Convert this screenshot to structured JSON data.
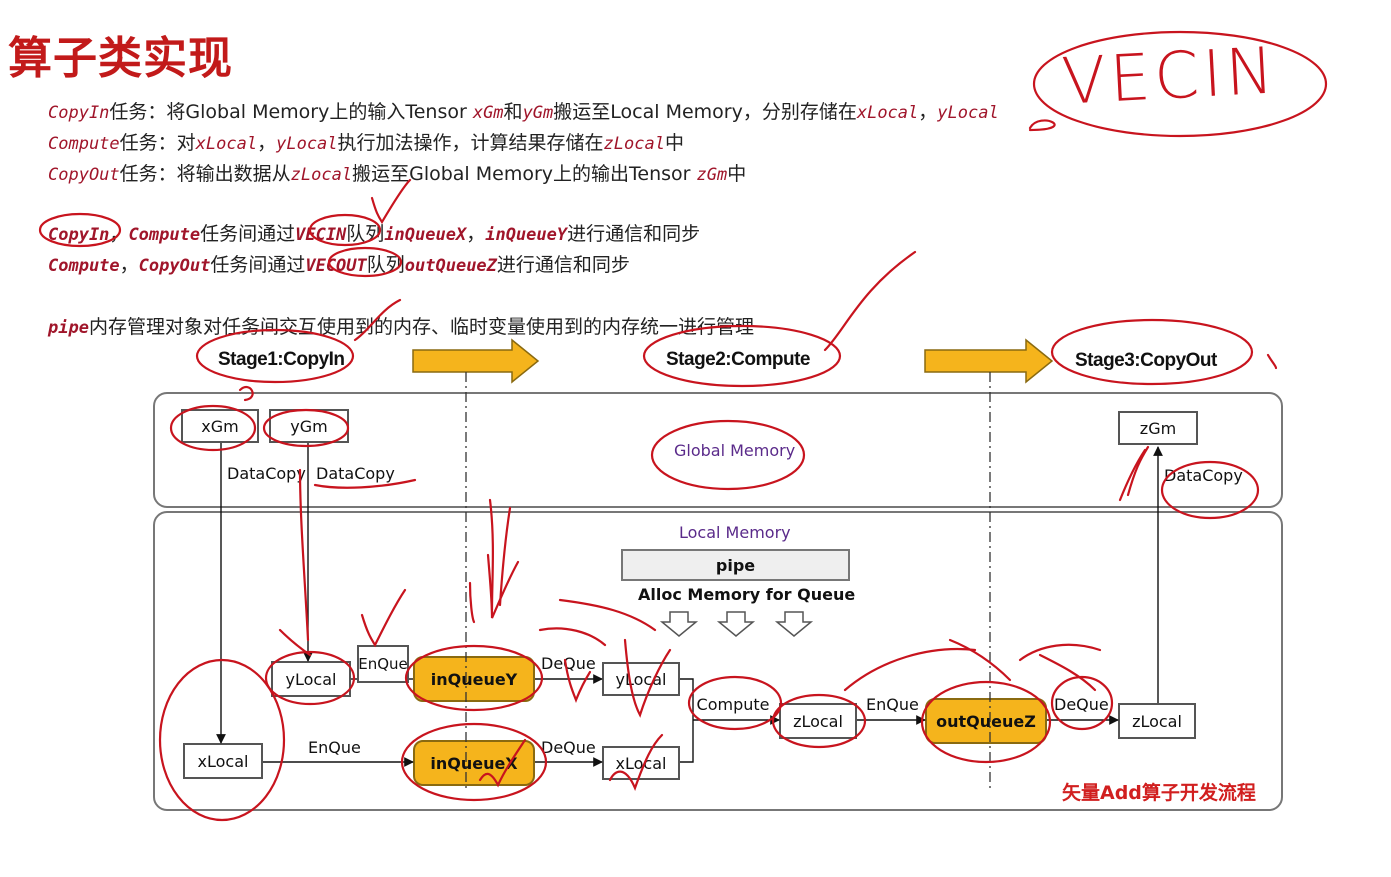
{
  "page": {
    "title": "算子类实现"
  },
  "lines": [
    {
      "parts": [
        {
          "t": "CopyIn",
          "c": true
        },
        {
          "t": "任务：将Global Memory上的输入Tensor "
        },
        {
          "t": "xGm",
          "c": true
        },
        {
          "t": "和"
        },
        {
          "t": "yGm",
          "c": true
        },
        {
          "t": "搬运至Local Memory，分别存储在"
        },
        {
          "t": "xLocal",
          "c": true
        },
        {
          "t": "，"
        },
        {
          "t": "yLocal",
          "c": true
        }
      ]
    },
    {
      "parts": [
        {
          "t": "Compute",
          "c": true
        },
        {
          "t": "任务：对"
        },
        {
          "t": "xLocal",
          "c": true
        },
        {
          "t": "，"
        },
        {
          "t": "yLocal",
          "c": true
        },
        {
          "t": "执行加法操作，计算结果存储在"
        },
        {
          "t": "zLocal",
          "c": true
        },
        {
          "t": "中"
        }
      ]
    },
    {
      "parts": [
        {
          "t": "CopyOut",
          "c": true
        },
        {
          "t": "任务：将输出数据从"
        },
        {
          "t": "zLocal",
          "c": true
        },
        {
          "t": "搬运至Global Memory上的输出Tensor "
        },
        {
          "t": "zGm",
          "c": true
        },
        {
          "t": "中"
        }
      ]
    },
    {
      "parts": [
        {
          "t": "CopyIn",
          "c": true
        },
        {
          "t": "，"
        },
        {
          "t": "Compute",
          "c": true
        },
        {
          "t": "任务间通过"
        },
        {
          "t": "VECIN",
          "c": true
        },
        {
          "t": "队列"
        },
        {
          "t": "inQueueX",
          "c": true
        },
        {
          "t": "，"
        },
        {
          "t": "inQueueY",
          "c": true
        },
        {
          "t": "进行通信和同步"
        }
      ]
    },
    {
      "parts": [
        {
          "t": "Compute",
          "c": true
        },
        {
          "t": "，"
        },
        {
          "t": "CopyOut",
          "c": true
        },
        {
          "t": "任务间通过"
        },
        {
          "t": "VECOUT",
          "c": true
        },
        {
          "t": "队列"
        },
        {
          "t": "outQueueZ",
          "c": true
        },
        {
          "t": "进行通信和同步"
        }
      ]
    },
    {
      "parts": [
        {
          "t": "pipe",
          "c": true
        },
        {
          "t": "内存管理对象对任务间交互使用到的内存、临时变量使用到的内存统一进行管理"
        }
      ]
    }
  ],
  "handwriting": "VECIN",
  "stages": [
    "Stage1:CopyIn",
    "Stage2:Compute",
    "Stage3:CopyOut"
  ],
  "global_memory": {
    "label": "Global Memory",
    "boxes": {
      "xGm": "xGm",
      "yGm": "yGm",
      "zGm": "zGm"
    },
    "datacopy1": "DataCopy",
    "datacopy2": "DataCopy",
    "datacopy3": "DataCopy"
  },
  "local_memory": {
    "label": "Local Memory",
    "pipe": "pipe",
    "alloc": "Alloc Memory for Queue",
    "yLocal_in": "yLocal",
    "xLocal_in": "xLocal",
    "yLocal_out": "yLocal",
    "xLocal_out": "xLocal",
    "zLocal_in": "zLocal",
    "zLocal_out": "zLocal",
    "inQueueY": "inQueueY",
    "inQueueX": "inQueueX",
    "outQueueZ": "outQueueZ",
    "compute": "Compute",
    "enque_y": "EnQue",
    "enque_x": "EnQue",
    "enque_z": "EnQue",
    "deque_y": "DeQue",
    "deque_x": "DeQue",
    "deque_z": "DeQue"
  },
  "footer": "矢量Add算子开发流程",
  "colors": {
    "title": "#c21a1a",
    "code": "#a0152a",
    "queue": "#f5b41c",
    "ink": "#c8141e",
    "stage_arrow": "#f5b41c"
  }
}
